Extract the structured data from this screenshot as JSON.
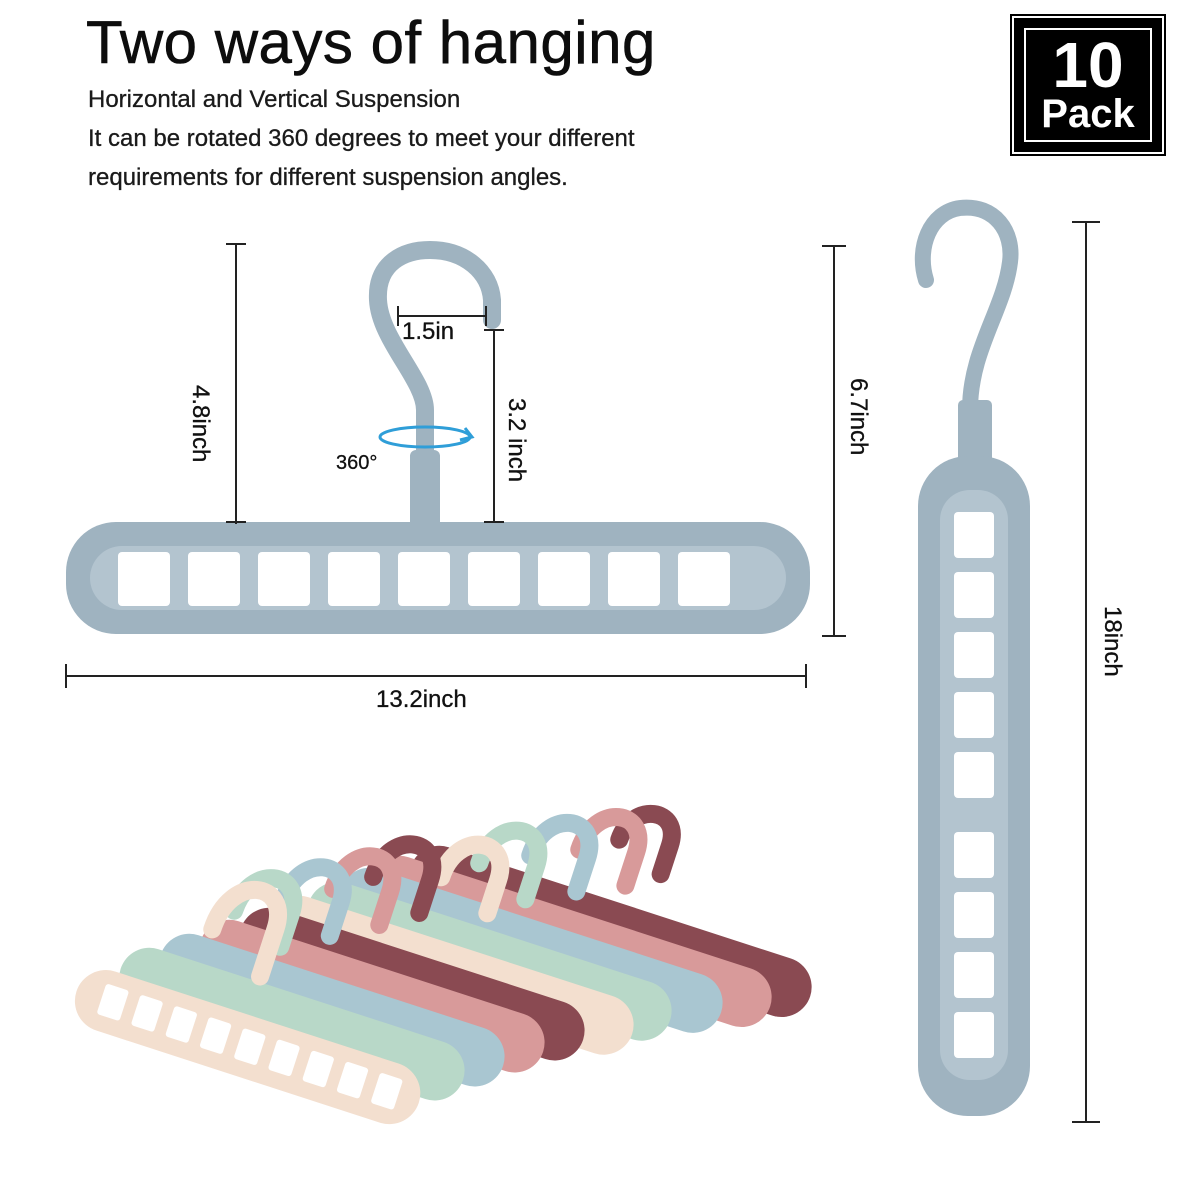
{
  "title": "Two ways of hanging",
  "subtitle_lines": [
    "Horizontal and Vertical Suspension",
    "It can be rotated 360 degrees to meet your different",
    "requirements for different suspension angles."
  ],
  "badge": {
    "number": "10",
    "text": "Pack"
  },
  "dimensions": {
    "hook_width": "1.5in",
    "hook_height": "3.2 inch",
    "left_height": "4.8inch",
    "total_height": "6.7inch",
    "width": "13.2inch",
    "vertical_length": "18inch",
    "rotation": "360°"
  },
  "colors": {
    "hanger_blue": "#9fb3c0",
    "pink": "#d89a9a",
    "wine": "#8a4a52",
    "cream": "#f3dfcf",
    "mint": "#b8d8c8",
    "light_blue": "#a9c6d1"
  }
}
